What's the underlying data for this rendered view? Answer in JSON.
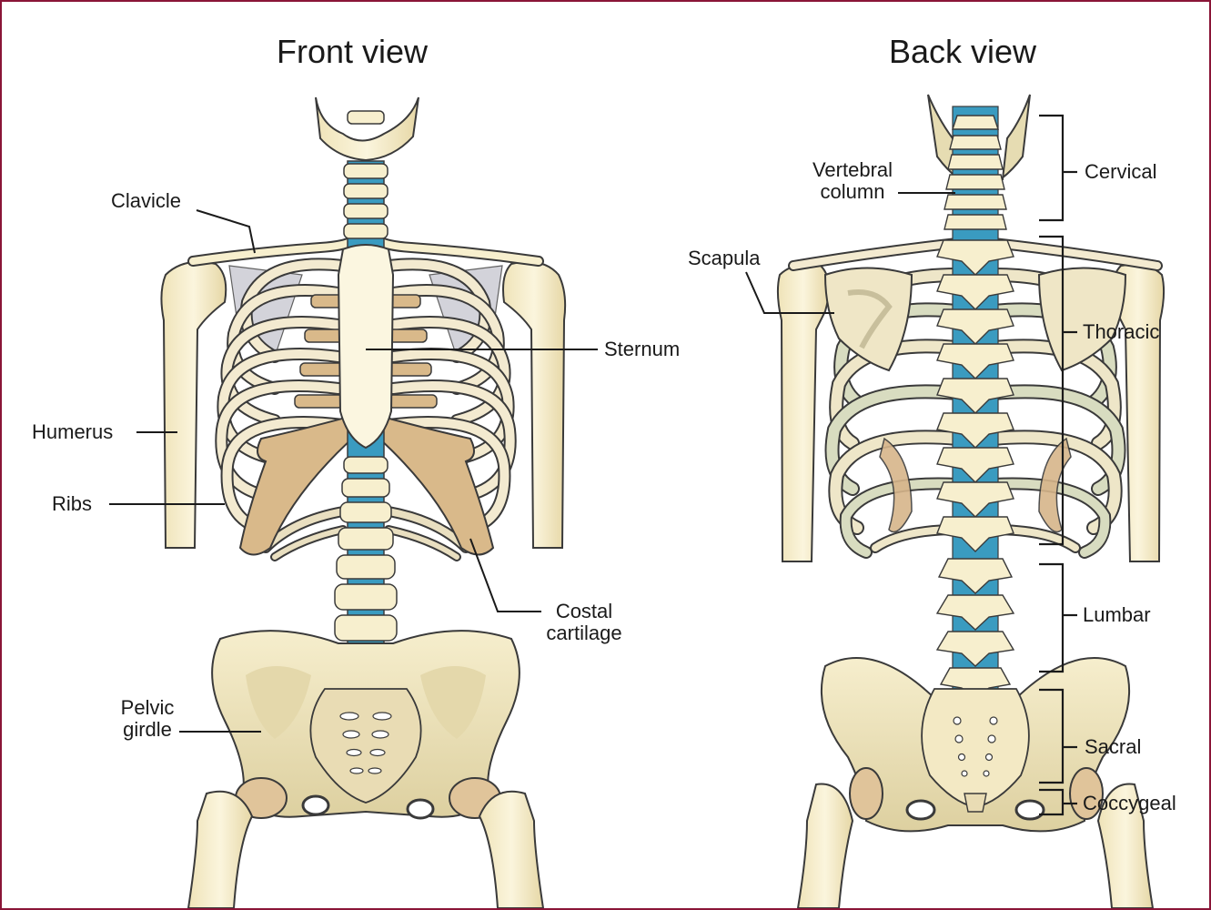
{
  "front": {
    "title": "Front view",
    "labels": {
      "clavicle": "Clavicle",
      "sternum": "Sternum",
      "humerus": "Humerus",
      "ribs": "Ribs",
      "costal_cartilage_1": "Costal",
      "costal_cartilage_2": "cartilage",
      "pelvic_girdle_1": "Pelvic",
      "pelvic_girdle_2": "girdle"
    }
  },
  "back": {
    "title": "Back view",
    "labels": {
      "vertebral_column_1": "Vertebral",
      "vertebral_column_2": "column",
      "scapula": "Scapula",
      "cervical": "Cervical",
      "thoracic": "Thoracic",
      "lumbar": "Lumbar",
      "sacral": "Sacral",
      "coccygeal": "Coccygeal"
    }
  },
  "colors": {
    "border": "#8a1538",
    "bone": "#f7efce",
    "bone_shade": "#e8dcae",
    "bone_outline": "#3a3a3a",
    "cartilage": "#d9b98a",
    "disc": "#3a9bc0",
    "scapula_grey": "#c9c9c9"
  }
}
